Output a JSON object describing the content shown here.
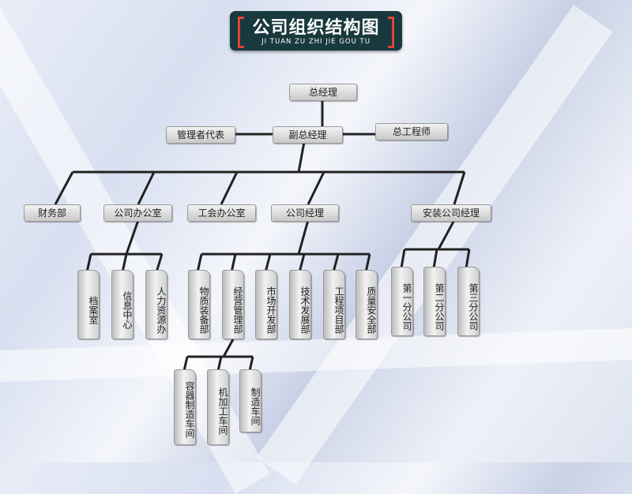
{
  "title": {
    "main": "公司组织结构图",
    "pinyin": "JI TUAN ZU ZHI JIE GOU TU"
  },
  "top": {
    "general_manager": "总经理",
    "mgmt_rep": "管理者代表",
    "deputy_gm": "副总经理",
    "chief_engineer": "总工程师"
  },
  "level3": [
    "财务部",
    "公司办公室",
    "工会办公室",
    "公司经理",
    "安装公司经理"
  ],
  "office_units": [
    "档案室",
    "信息中心",
    "人力资源办"
  ],
  "company_depts": [
    "物质装备部",
    "经营管理部",
    "市场开发部",
    "技术发展部",
    "工程项目部",
    "质量安全部"
  ],
  "branches": [
    "第一分公司",
    "第二分公司",
    "第三分公司"
  ],
  "workshops": [
    "容器制造车间",
    "机加工车间",
    "制造车间"
  ],
  "colors": {
    "line": "#222222",
    "title_bg": "#18393d",
    "bracket": "#e1463a"
  }
}
